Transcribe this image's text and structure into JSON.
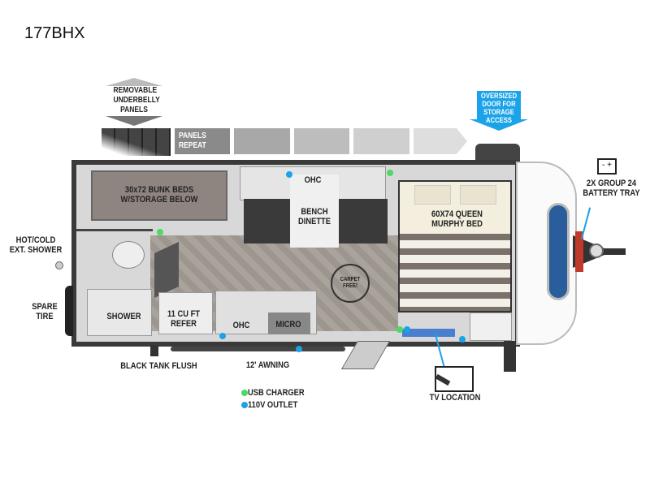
{
  "model": "177BHX",
  "callouts": {
    "underbelly": "REMOVABLE UNDERBELLY PANELS",
    "panels_repeat": "PANELS REPEAT",
    "storage_door": "OVERSIZED DOOR FOR STORAGE ACCESS",
    "battery": "2X GROUP 24 BATTERY TRAY",
    "ext_shower": "HOT/COLD EXT. SHOWER",
    "spare_tire": "SPARE TIRE",
    "black_tank": "BLACK TANK FLUSH",
    "awning": "12' AWNING",
    "tv": "TV LOCATION"
  },
  "rooms": {
    "bunks": "30x72 BUNK BEDS W/STORAGE BELOW",
    "ohc_dinette": "OHC",
    "dinette": "BENCH DINETTE",
    "bed": "60X74 QUEEN MURPHY BED",
    "shower": "SHOWER",
    "refer": "11 CU FT REFER",
    "ohc_kitchen": "OHC",
    "micro": "MICRO",
    "carpet": "CARPET FREE!"
  },
  "legend": [
    {
      "label": "USB CHARGER",
      "color": "#4cd964"
    },
    {
      "label": "110V OUTLET",
      "color": "#1aa3e8"
    }
  ],
  "colors": {
    "accent_blue": "#1aa3e8",
    "usb_green": "#4cd964"
  }
}
